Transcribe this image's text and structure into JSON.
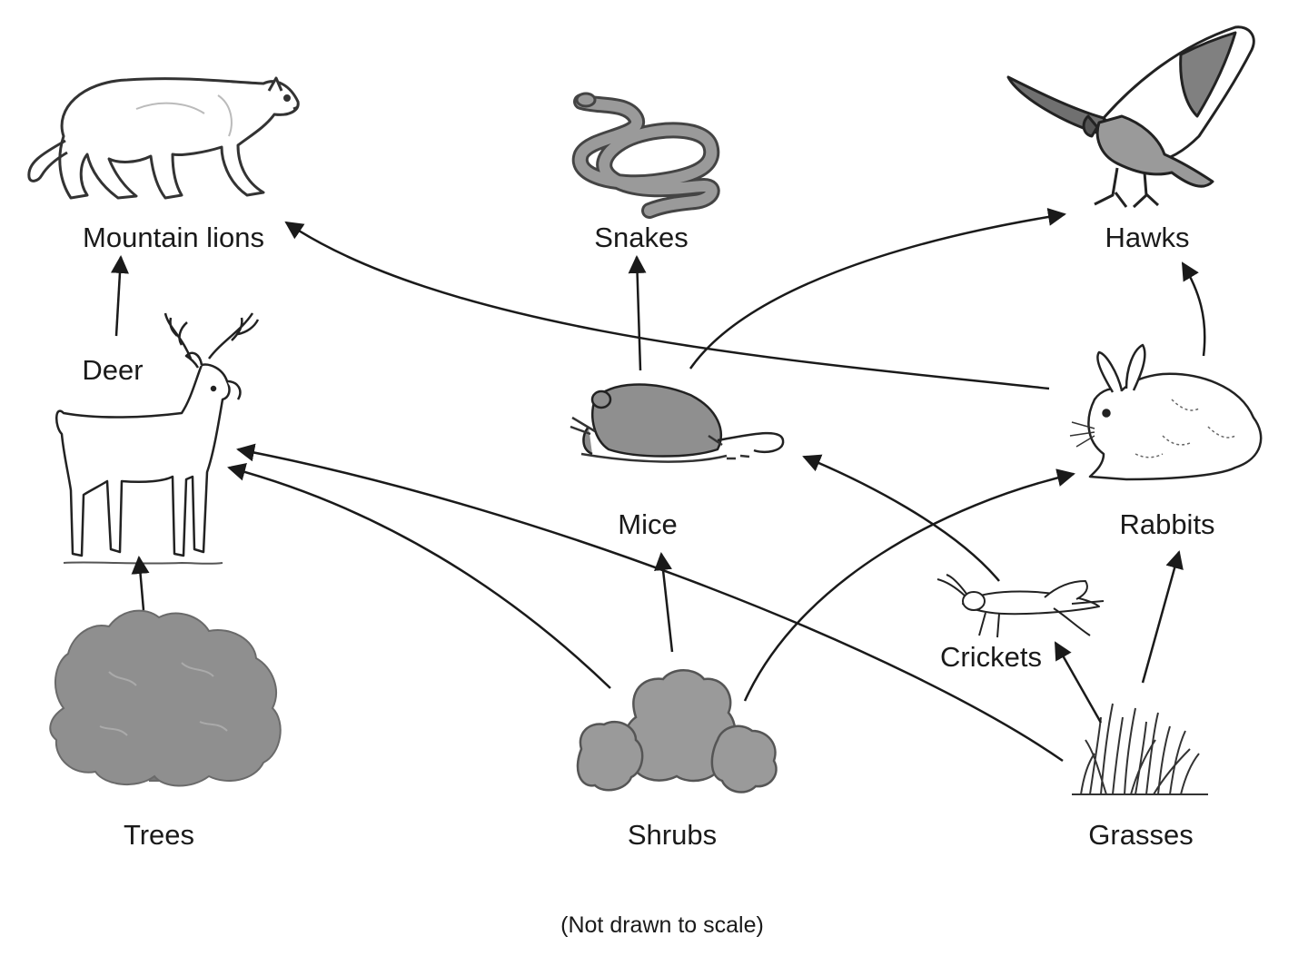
{
  "organisms": {
    "mountain_lions": "Mountain lions",
    "snakes": "Snakes",
    "hawks": "Hawks",
    "deer": "Deer",
    "mice": "Mice",
    "rabbits": "Rabbits",
    "crickets": "Crickets",
    "trees": "Trees",
    "shrubs": "Shrubs",
    "grasses": "Grasses"
  },
  "footnote": "(Not drawn to scale)",
  "links": [
    {
      "from": "Trees",
      "to": "Deer"
    },
    {
      "from": "Shrubs",
      "to": "Deer"
    },
    {
      "from": "Grasses",
      "to": "Deer"
    },
    {
      "from": "Shrubs",
      "to": "Mice"
    },
    {
      "from": "Shrubs",
      "to": "Rabbits"
    },
    {
      "from": "Grasses",
      "to": "Crickets"
    },
    {
      "from": "Grasses",
      "to": "Rabbits"
    },
    {
      "from": "Crickets",
      "to": "Mice"
    },
    {
      "from": "Deer",
      "to": "Mountain lions"
    },
    {
      "from": "Rabbits",
      "to": "Mountain lions"
    },
    {
      "from": "Mice",
      "to": "Snakes"
    },
    {
      "from": "Mice",
      "to": "Hawks"
    },
    {
      "from": "Rabbits",
      "to": "Hawks"
    }
  ],
  "colors": {
    "ink": "#1a1a1a",
    "plant_gray": "#8f8f8f",
    "animal_gray": "#9a9a9a"
  }
}
